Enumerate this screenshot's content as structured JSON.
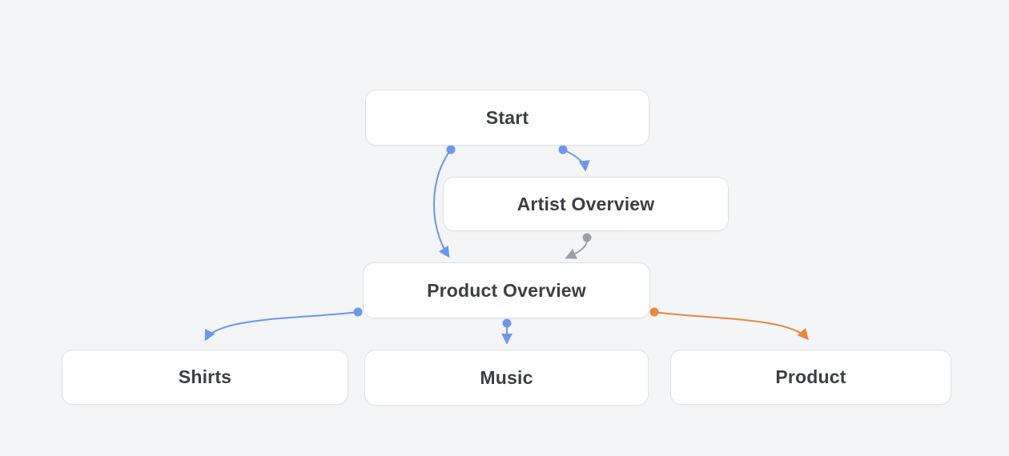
{
  "diagram": {
    "background_color": "#F4F5F7",
    "colors": {
      "node_fill": "#FFFFFF",
      "node_border": "#DFE1E5",
      "node_text": "#3C4043",
      "edge_blue": "#6B97EE",
      "edge_gray": "#9AA0A6",
      "edge_orange": "#E8873F"
    },
    "nodes": [
      {
        "id": "start",
        "label": "Start"
      },
      {
        "id": "artist-overview",
        "label": "Artist Overview"
      },
      {
        "id": "product-overview",
        "label": "Product Overview"
      },
      {
        "id": "shirts",
        "label": "Shirts"
      },
      {
        "id": "music",
        "label": "Music"
      },
      {
        "id": "product",
        "label": "Product"
      }
    ],
    "edges": [
      {
        "from": "start",
        "to": "product-overview",
        "color": "#6B97EE"
      },
      {
        "from": "start",
        "to": "artist-overview",
        "color": "#6B97EE"
      },
      {
        "from": "artist-overview",
        "to": "product-overview",
        "color": "#9AA0A6"
      },
      {
        "from": "product-overview",
        "to": "shirts",
        "color": "#6B97EE"
      },
      {
        "from": "product-overview",
        "to": "music",
        "color": "#6B97EE"
      },
      {
        "from": "product-overview",
        "to": "product",
        "color": "#E8873F"
      }
    ]
  }
}
